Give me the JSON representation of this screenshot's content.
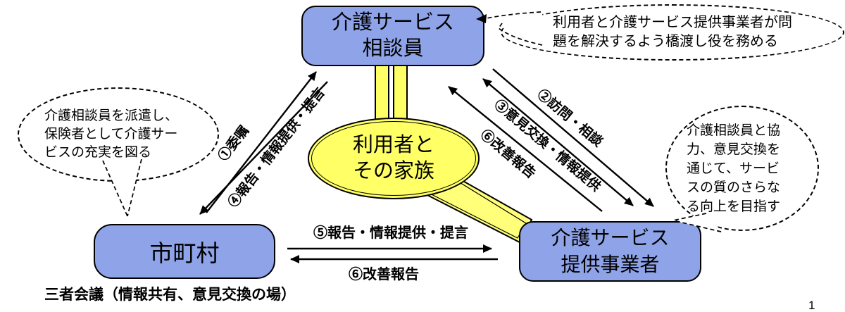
{
  "diagram": {
    "nodes": {
      "consultant": {
        "label": "介護サービス\n相談員"
      },
      "municipality": {
        "label": "市町村"
      },
      "provider": {
        "label": "介護サービス\n提供事業者"
      },
      "users": {
        "label": "利用者と\nその家族"
      }
    },
    "bubbles": {
      "left": {
        "text": "介護相談員を派遣し、\n保険者として介護サー\nビスの充実を図る"
      },
      "top_right": {
        "text": "利用者と介護サービス提供事業者が問\n題を解決するよう橋渡し役を務める"
      },
      "right": {
        "text": "介護相談員と協\n力、意見交換を\n通じて、サービ\nスの質のさらな\nる向上を目指す"
      }
    },
    "arrows": {
      "a1": "①委嘱",
      "a4": "④報告・情報提供・提言",
      "a2": "②訪問・相談",
      "a3": "③意見交換・情報提供",
      "a6_right": "⑥改善報告",
      "a5": "⑤報告・情報提供・提言",
      "a6_bottom": "⑥改善報告"
    },
    "caption": "三者会議（情報共有、意見交換の場）",
    "page_number": "1",
    "colors": {
      "node_blue": "#8fa3e8",
      "highlight_yellow": "#ffff66",
      "band_yellow": "#ffff7a",
      "line_black": "#000000"
    }
  }
}
